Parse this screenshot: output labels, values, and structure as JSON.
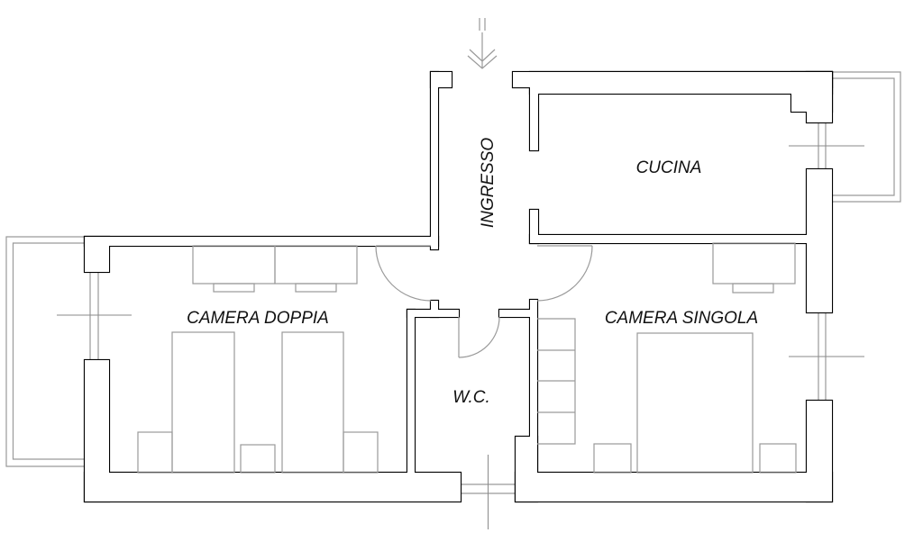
{
  "plan": {
    "rooms": {
      "ingresso": "INGRESSO",
      "cucina": "CUCINA",
      "camera_doppia": "CAMERA DOPPIA",
      "camera_singola": "CAMERA SINGOLA",
      "wc": "W.C."
    },
    "colors": {
      "wall": "#000000",
      "furniture": "#9a9a9a",
      "background": "#ffffff"
    }
  }
}
